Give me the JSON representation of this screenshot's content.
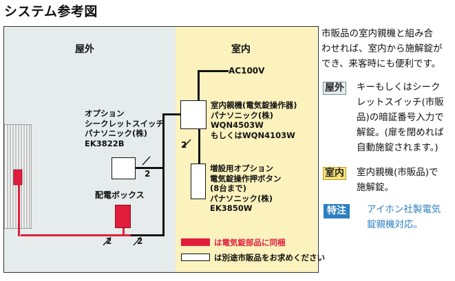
{
  "title": "システム参考図",
  "outdoor": {
    "heading": "屋外"
  },
  "indoor": {
    "heading": "室内"
  },
  "power": {
    "label": "AC100V"
  },
  "indoor_master": {
    "lines": [
      "室内親機(電気錠操作器)",
      "パナソニック(株)",
      "WQN4503W",
      "もしくはWQN4103W"
    ]
  },
  "push_button": {
    "lines": [
      "増設用オプション",
      "電気錠操作押ボタン",
      "(8台まで)",
      "パナソニック(株)",
      "EK3850W"
    ]
  },
  "secret_switch": {
    "lines": [
      "オプション",
      "シークレットスイッチ",
      "パナソニック(株)",
      "EK3822B"
    ]
  },
  "junction_box": {
    "label": "配電ボックス"
  },
  "wire_counts": [
    "2",
    "2",
    "2",
    "2"
  ],
  "legend": {
    "red": "は電気錠部品に同梱",
    "white": "は別途市販品をお求めください"
  },
  "side": {
    "intro": [
      "市販品の室内親機と組み合",
      "わせれば、室内から施解錠が",
      "でき、来客時にも便利です。"
    ],
    "outdoor_tag": "屋外",
    "outdoor_text": [
      "キーもしくはシーク",
      "レットスイッチ(市販",
      "品)の暗証番号入力で",
      "解錠。(扉を閉めれば",
      "自動施錠されます。)"
    ],
    "indoor_tag": "室内",
    "indoor_text": [
      "室内親機(市販品)で",
      "施解錠。"
    ],
    "note_tag": "特注",
    "note_text": [
      "アイホン社製電気",
      "錠親機対応。"
    ]
  },
  "colors": {
    "accent_red": "#e01e3c",
    "outdoor_bg": "#e6ecec",
    "indoor_bg": "#fbf2bd",
    "note_blue": "#2d7fc1"
  }
}
